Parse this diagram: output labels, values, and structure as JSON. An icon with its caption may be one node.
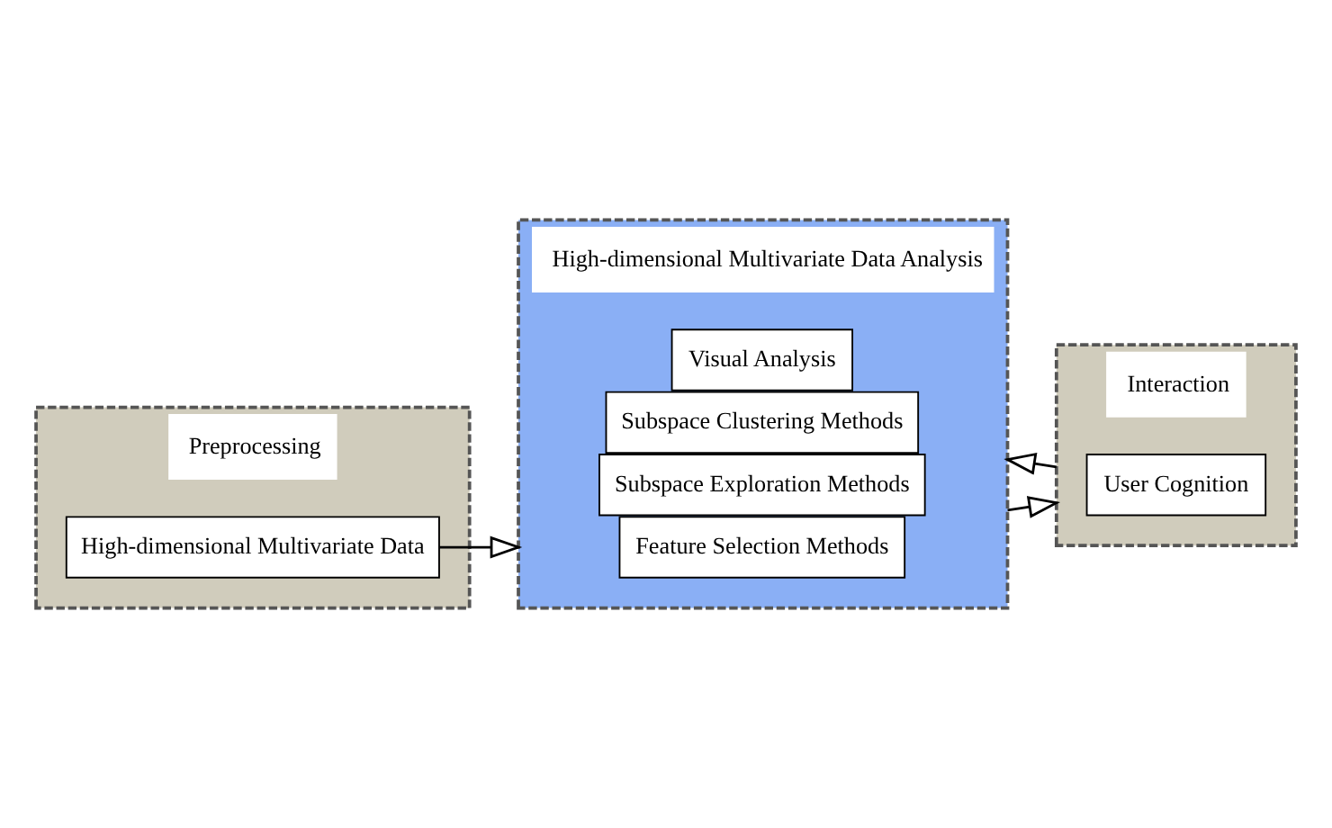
{
  "diagram": {
    "nodes": [
      {
        "text": [
          "Preprocessing"
        ]
      },
      {
        "text": [
          "High-dimensional Multivariate Data"
        ],
        "in": 0
      },
      {
        "text": [
          "High-dimensional Multivariate Data Analysis"
        ]
      },
      {
        "text": [
          "Feature Selection Methods"
        ],
        "in": 2
      },
      {
        "text": [
          "Subspace Exploration Methods"
        ],
        "in": 2
      },
      {
        "text": [
          "Subspace Clustering Methods"
        ],
        "in": 2
      },
      {
        "text": [
          "Visual Analysis"
        ],
        "in": 2
      },
      {
        "text": [
          "Interaction"
        ]
      },
      {
        "text": [
          "User Cognition"
        ],
        "in": 7
      }
    ],
    "edges": [
      {
        "from": 1,
        "to": 2,
        "arrow": "to"
      },
      {
        "from": 2,
        "to": 7,
        "arrow": "to"
      },
      {
        "from": 7,
        "to": 2,
        "arrow": "to"
      }
    ]
  }
}
